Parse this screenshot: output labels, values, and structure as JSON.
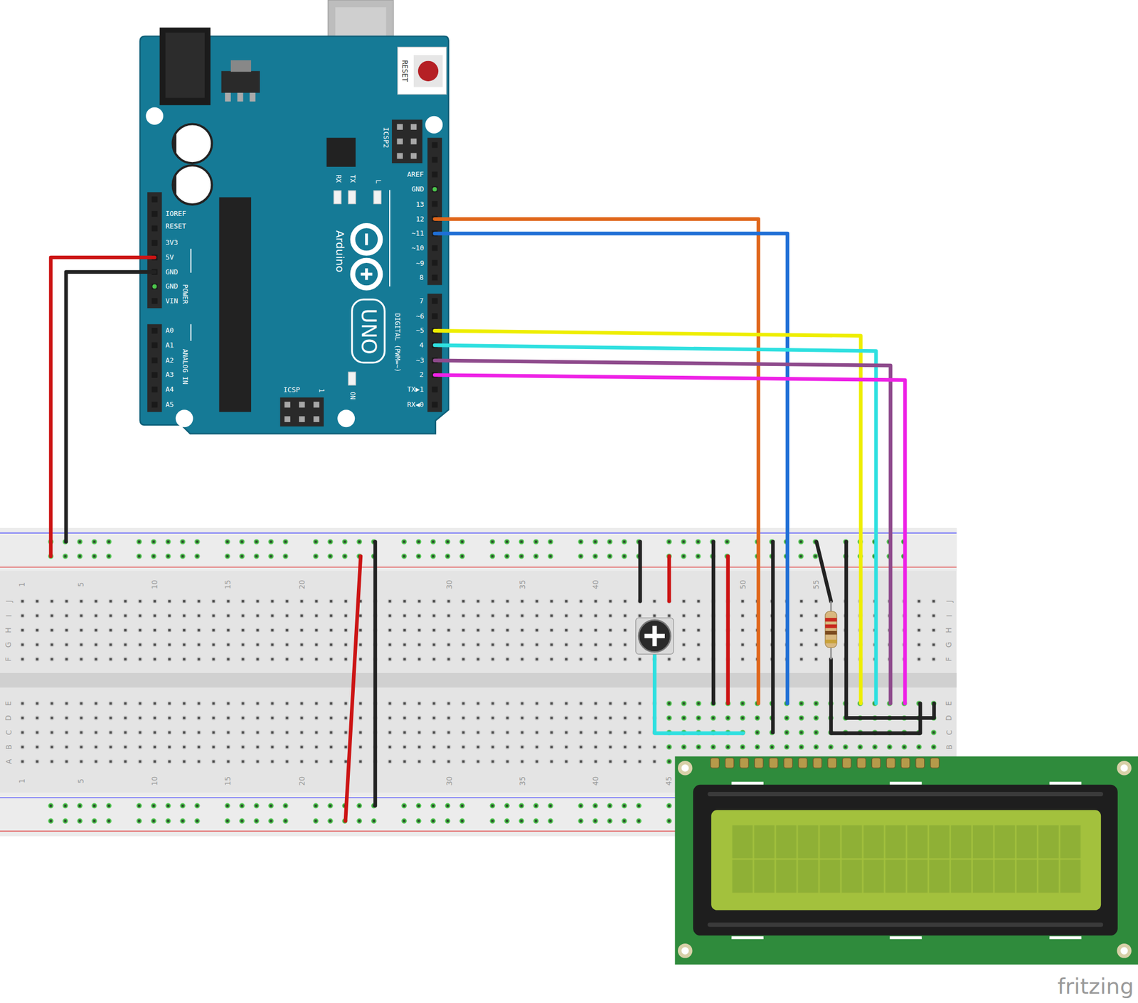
{
  "diagram": {
    "labels": [
      "RESET",
      "ICSP2",
      "AREF",
      "GND",
      "13",
      "12",
      "~11",
      "~10",
      "~9",
      "8",
      "TX",
      "RX",
      "L",
      "Arduino",
      "UNO",
      "DIGITAL (PWM=~)",
      "7",
      "~6",
      "~5",
      "4",
      "~3",
      "2",
      "TX▶1",
      "RX◀0",
      "ON",
      "ICSP",
      "1",
      "IOREF",
      "RESET",
      "3V3",
      "5V",
      "GND",
      "GND",
      "VIN",
      "POWER",
      "A0",
      "A1",
      "A2",
      "A3",
      "A4",
      "A5",
      "ANALOG IN",
      "1",
      "5",
      "10",
      "15",
      "20",
      "30",
      "35",
      "40",
      "50",
      "55",
      "J",
      "I",
      "H",
      "G",
      "F",
      "J",
      "I",
      "H",
      "G",
      "F",
      "E",
      "D",
      "C",
      "B",
      "A",
      "E",
      "D",
      "C",
      "B",
      "1",
      "5",
      "10",
      "15",
      "20",
      "30",
      "35",
      "40",
      "45",
      "fritzing"
    ]
  }
}
